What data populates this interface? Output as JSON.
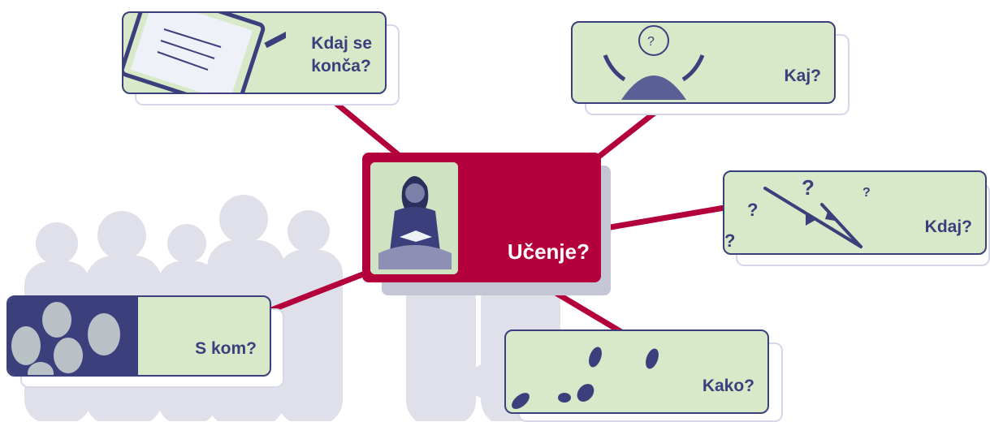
{
  "diagram": {
    "center": {
      "title": "Učenje?"
    },
    "nodes": [
      {
        "id": "end",
        "label_lines": [
          "Kdaj se",
          "konča?"
        ],
        "icon": "clipboard-icon"
      },
      {
        "id": "what",
        "label_lines": [
          "Kaj?"
        ],
        "icon": "thinking-person-icon"
      },
      {
        "id": "when",
        "label_lines": [
          "Kdaj?"
        ],
        "icon": "clock-icon"
      },
      {
        "id": "how",
        "label_lines": [
          "Kako?"
        ],
        "icon": "footprints-icon"
      },
      {
        "id": "with",
        "label_lines": [
          "S kom?"
        ],
        "icon": "faces-icon"
      }
    ]
  },
  "colors": {
    "center_fill": "#b3003c",
    "node_fill": "#d7e9c9",
    "node_border": "#3b3f7c",
    "connector": "#b3003c",
    "label_text": "#3b3f7c",
    "background_figures": "#dcdde7"
  }
}
